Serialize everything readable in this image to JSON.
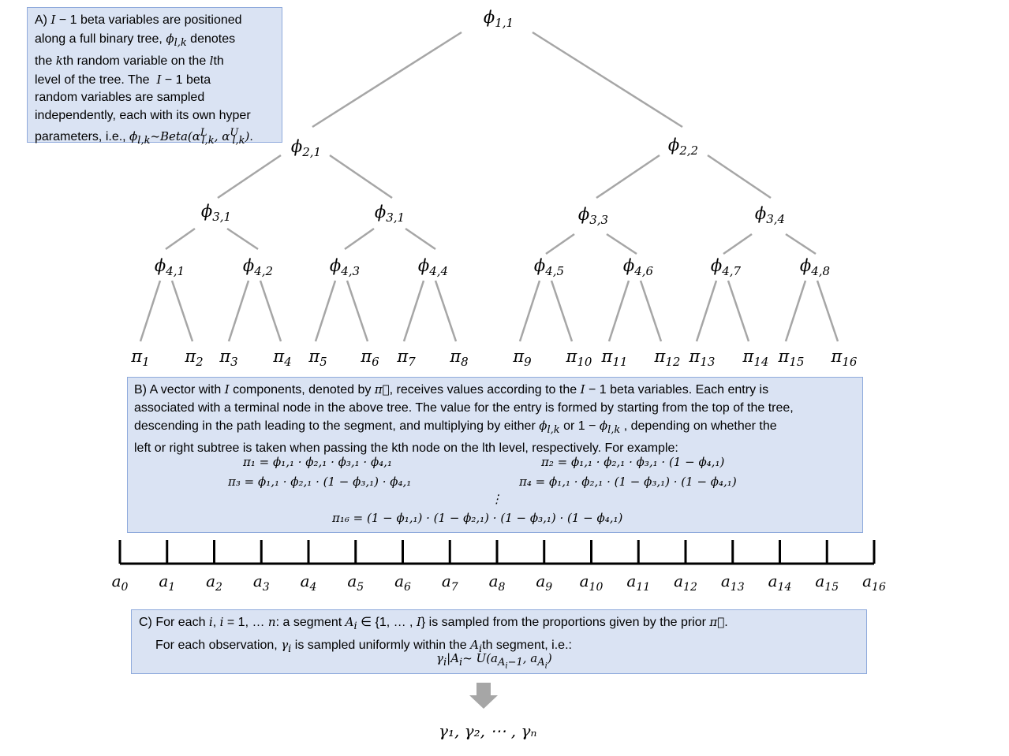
{
  "colors": {
    "box_fill": "#dae3f3",
    "box_border": "#8faadc",
    "edge": "#a6a6a6",
    "axis": "#000000",
    "arrow": "#a6a6a6"
  },
  "box_a": {
    "lines": [
      "A) I − 1 beta variables are positioned",
      "along a full binary tree, φ_{l,k} denotes",
      "the kth random variable on the lth",
      "level of the tree. The  I − 1 beta",
      "random variables are sampled",
      "independently, each with its own hyper",
      "parameters, i.e., φ_{l,k}~Beta(α^L_{l,k}, α^U_{l,k})."
    ]
  },
  "tree": {
    "level1": [
      {
        "id": "n11",
        "base": "ϕ",
        "sub": "1,1"
      }
    ],
    "level2": [
      {
        "id": "n21",
        "base": "ϕ",
        "sub": "2,1"
      },
      {
        "id": "n22",
        "base": "ϕ",
        "sub": "2,2"
      }
    ],
    "level3": [
      {
        "id": "n31",
        "base": "ϕ",
        "sub": "3,1"
      },
      {
        "id": "n32",
        "base": "ϕ",
        "sub": "3,1"
      },
      {
        "id": "n33",
        "base": "ϕ",
        "sub": "3,3"
      },
      {
        "id": "n34",
        "base": "ϕ",
        "sub": "3,4"
      }
    ],
    "level4": [
      {
        "id": "n41",
        "base": "ϕ",
        "sub": "4,1"
      },
      {
        "id": "n42",
        "base": "ϕ",
        "sub": "4,2"
      },
      {
        "id": "n43",
        "base": "ϕ",
        "sub": "4,3"
      },
      {
        "id": "n44",
        "base": "ϕ",
        "sub": "4,4"
      },
      {
        "id": "n45",
        "base": "ϕ",
        "sub": "4,5"
      },
      {
        "id": "n46",
        "base": "ϕ",
        "sub": "4,6"
      },
      {
        "id": "n47",
        "base": "ϕ",
        "sub": "4,7"
      },
      {
        "id": "n48",
        "base": "ϕ",
        "sub": "4,8"
      }
    ],
    "leaves": [
      {
        "base": "π",
        "sub": "1"
      },
      {
        "base": "π",
        "sub": "2"
      },
      {
        "base": "π",
        "sub": "3"
      },
      {
        "base": "π",
        "sub": "4"
      },
      {
        "base": "π",
        "sub": "5"
      },
      {
        "base": "π",
        "sub": "6"
      },
      {
        "base": "π",
        "sub": "7"
      },
      {
        "base": "π",
        "sub": "8"
      },
      {
        "base": "π",
        "sub": "9"
      },
      {
        "base": "π",
        "sub": "10"
      },
      {
        "base": "π",
        "sub": "11"
      },
      {
        "base": "π",
        "sub": "12"
      },
      {
        "base": "π",
        "sub": "13"
      },
      {
        "base": "π",
        "sub": "14"
      },
      {
        "base": "π",
        "sub": "15"
      },
      {
        "base": "π",
        "sub": "16"
      }
    ]
  },
  "box_b": {
    "lines": [
      "B) A vector with I components, denoted by π⃗, receives values according to the I − 1 beta variables. Each entry is",
      "associated with a terminal node in the above tree. The value for the entry is formed by starting from the top of the tree,",
      "descending in the path leading to the segment, and multiplying by either ϕ_{l,k} or 1 − ϕ_{l,k} , depending on whether the",
      "left or right subtree is taken when passing the kth node on the lth level, respectively. For example:"
    ],
    "eq1": "π₁ = ϕ₁,₁ · ϕ₂,₁ · ϕ₃,₁ · ϕ₄,₁",
    "eq2": "π₂ = ϕ₁,₁ · ϕ₂,₁ · ϕ₃,₁ · (1 − ϕ₄,₁)",
    "eq3": "π₃ = ϕ₁,₁ · ϕ₂,₁ · (1 − ϕ₃,₁) · ϕ₄,₁",
    "eq4": "π₄ = ϕ₁,₁ · ϕ₂,₁ · (1 − ϕ₃,₁) · (1 − ϕ₄,₁)",
    "vdots": "⋮",
    "eq5": "π₁₆ = (1 − ϕ₁,₁) · (1 − ϕ₂,₁) · (1 − ϕ₃,₁) · (1 − ϕ₄,₁)"
  },
  "axis": {
    "ticks": [
      {
        "base": "a",
        "sub": "0"
      },
      {
        "base": "a",
        "sub": "1"
      },
      {
        "base": "a",
        "sub": "2"
      },
      {
        "base": "a",
        "sub": "3"
      },
      {
        "base": "a",
        "sub": "4"
      },
      {
        "base": "a",
        "sub": "5"
      },
      {
        "base": "a",
        "sub": "6"
      },
      {
        "base": "a",
        "sub": "7"
      },
      {
        "base": "a",
        "sub": "8"
      },
      {
        "base": "a",
        "sub": "9"
      },
      {
        "base": "a",
        "sub": "10"
      },
      {
        "base": "a",
        "sub": "11"
      },
      {
        "base": "a",
        "sub": "12"
      },
      {
        "base": "a",
        "sub": "13"
      },
      {
        "base": "a",
        "sub": "14"
      },
      {
        "base": "a",
        "sub": "15"
      },
      {
        "base": "a",
        "sub": "16"
      }
    ]
  },
  "box_c": {
    "line1": "C) For each i, i = 1, … n: a segment Aᵢ ∈ {1, … , I} is sampled from the proportions given by the prior π⃗.",
    "line2": "For each observation, γᵢ is sampled uniformly within the Aᵢth segment, i.e.:",
    "eq": "γᵢ|Aᵢ~ U(a_{Aᵢ−1}, a_{Aᵢ})"
  },
  "output": "γ₁, γ₂, ⋯ , γₙ"
}
